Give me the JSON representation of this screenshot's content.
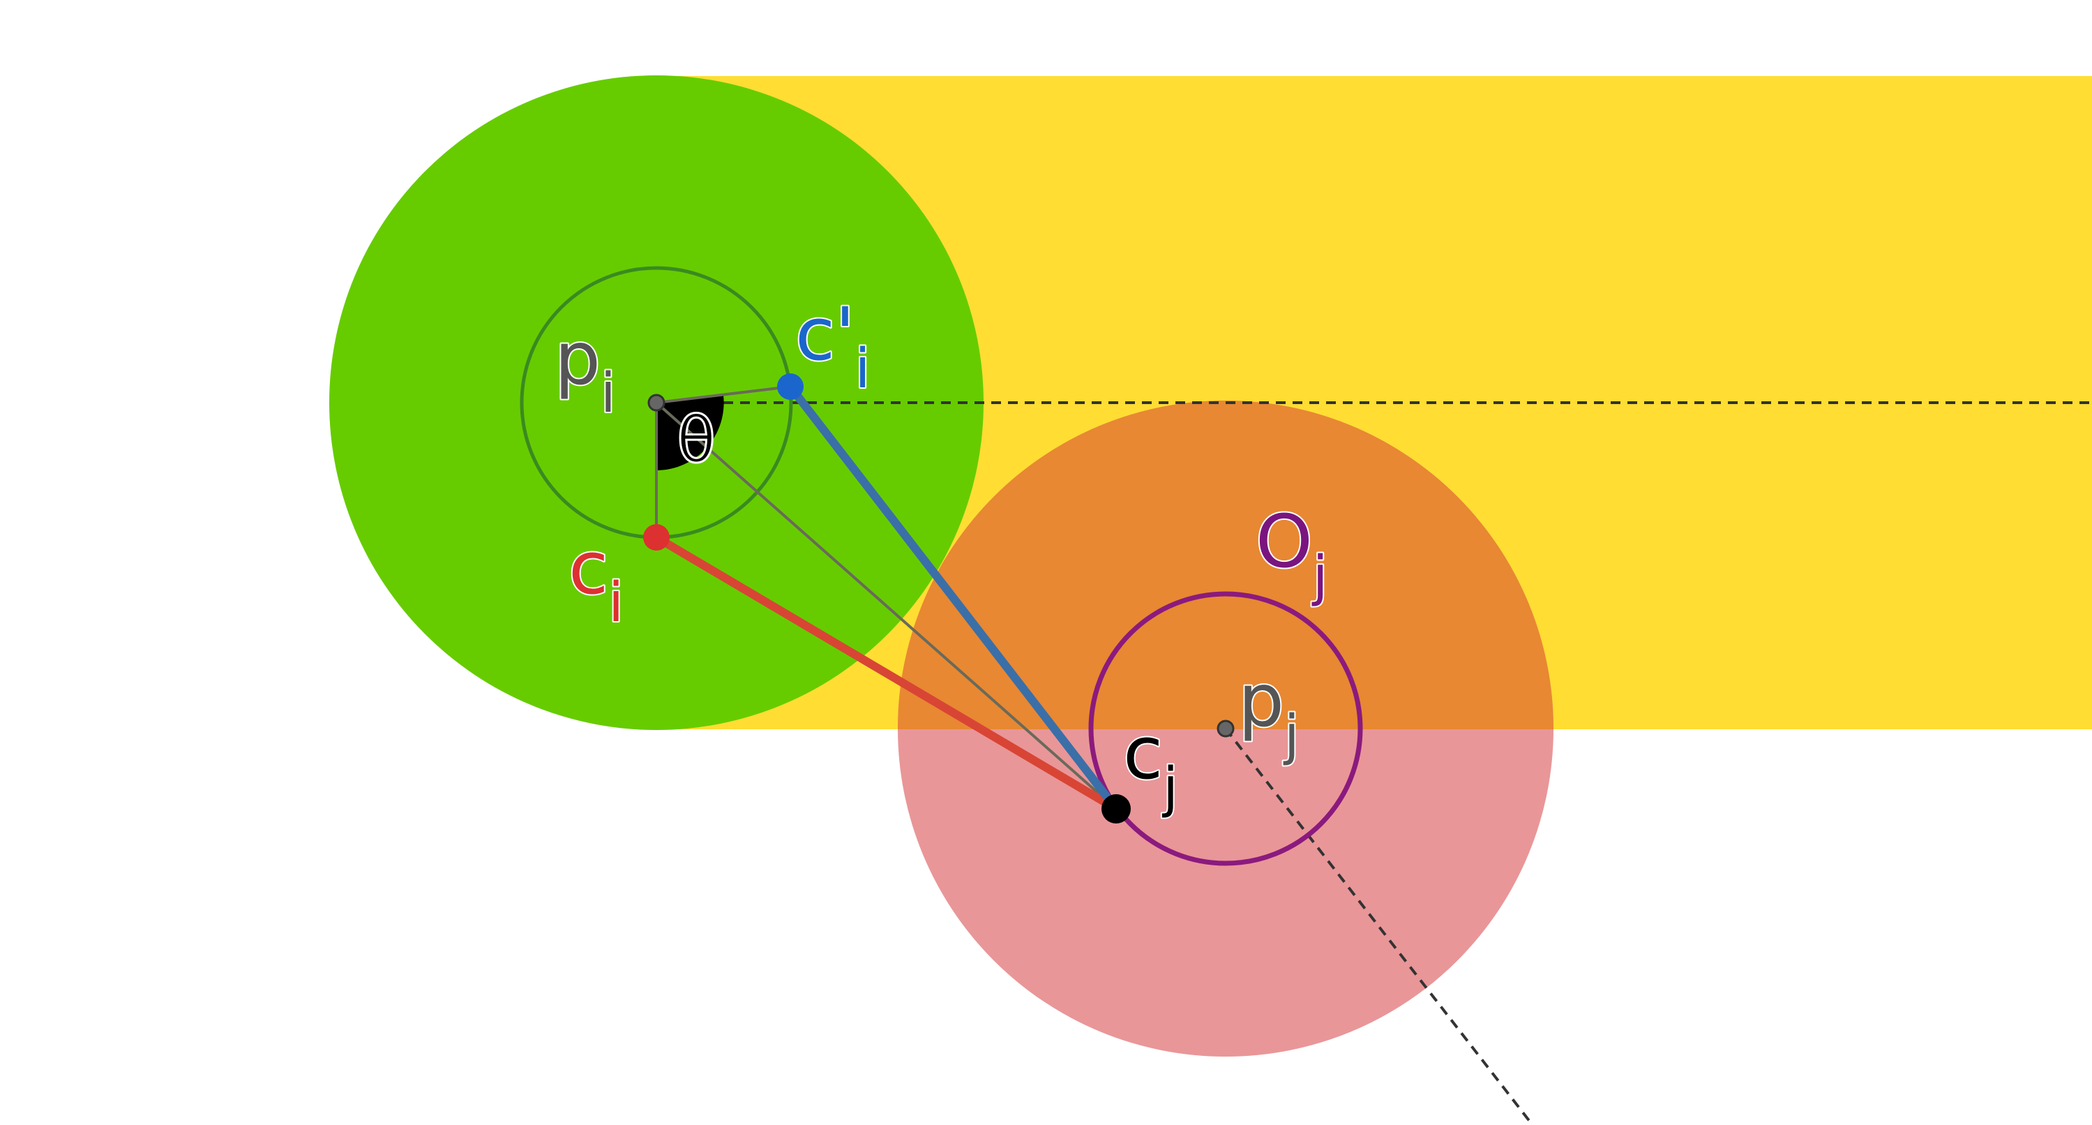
{
  "labels": {
    "p_i": {
      "main": "p",
      "sub": "i"
    },
    "c_prime_i": {
      "main": "c'",
      "sub": "i"
    },
    "theta": "θ",
    "c_i": {
      "main": "c",
      "sub": "i"
    },
    "O_j": {
      "main": "O",
      "sub": "j"
    },
    "p_j": {
      "main": "p",
      "sub": "j"
    },
    "c_j": {
      "main": "c",
      "sub": "j"
    }
  },
  "colors": {
    "yellow_band": "#FFDD33",
    "green_disk": "#66CC00",
    "orange_overlap": "#E88832",
    "pink_disk": "#E99698",
    "inner_circle_i": "#3A8A20",
    "inner_circle_j": "#8B1A7E",
    "c_i_point": "#DD3030",
    "c_prime_i_point": "#1A66CC",
    "c_j_point": "#000000",
    "red_segment": "#D84535",
    "blue_segment": "#3B6FA8",
    "gray_line": "#6A6A5A",
    "dashed_line": "#333333",
    "label_gray": "#555555",
    "label_red": "#DD3030",
    "label_blue": "#1A66CC",
    "label_purple": "#7A1580",
    "label_black": "#000000"
  }
}
